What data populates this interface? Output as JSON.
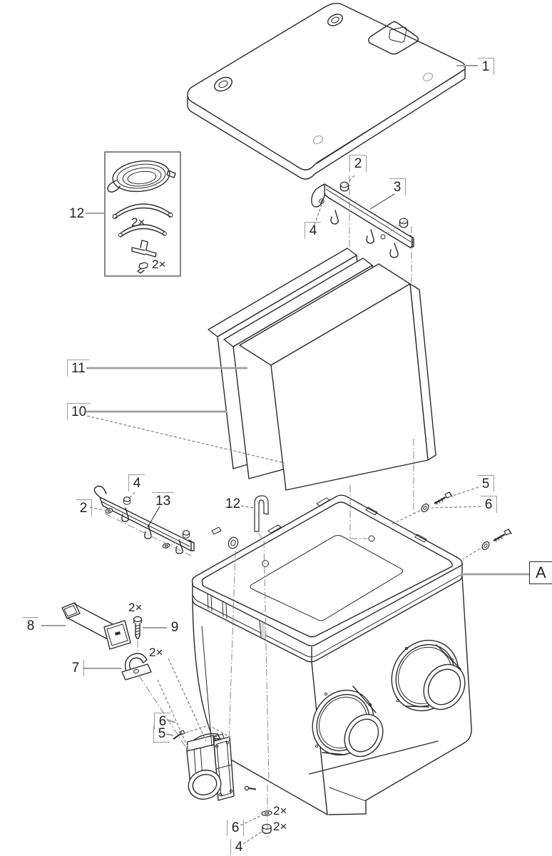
{
  "figure": {
    "kind": "exploded-parts-diagram",
    "subject": "filter module with container, lid, foam inserts and drain valve"
  },
  "callouts": {
    "lid": "1",
    "top_nut": "2",
    "hanger_bar": "3",
    "top_pin": "4",
    "hose_kit": "12",
    "foam_front": "11",
    "foam_back": "10",
    "rail_washer": "2",
    "rail_pin": "4",
    "rail": "13",
    "hook": "12",
    "screw_right": "5",
    "washer_right": "6",
    "container": "A",
    "handle": "8",
    "handle_screw": "9",
    "clamp": "7",
    "valve_washer": "6",
    "valve_screw": "5",
    "bottom_washer": "6",
    "bottom_nut": "4"
  },
  "quantities": {
    "arc_seals": "2×",
    "plugs": "2×",
    "handle_screws": "2×",
    "clamps": "2×",
    "bottom_washers": "2×",
    "bottom_nuts": "2×"
  }
}
